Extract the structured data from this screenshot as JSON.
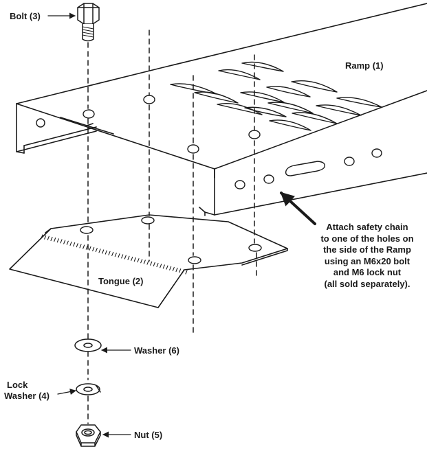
{
  "labels": {
    "bolt": "Bolt (3)",
    "ramp": "Ramp (1)",
    "tongue": "Tongue (2)",
    "washer": "Washer (6)",
    "lock_washer_line1": "Lock",
    "lock_washer_line2": "Washer (4)",
    "nut": "Nut (5)"
  },
  "note": {
    "lines": [
      "Attach safety chain",
      "to one of the holes on",
      "the side of the Ramp",
      "using an M6x20 bolt",
      "and M6 lock nut",
      "(all sold separately)."
    ]
  },
  "colors": {
    "stroke": "#1a1a1a",
    "fill": "#ffffff"
  }
}
